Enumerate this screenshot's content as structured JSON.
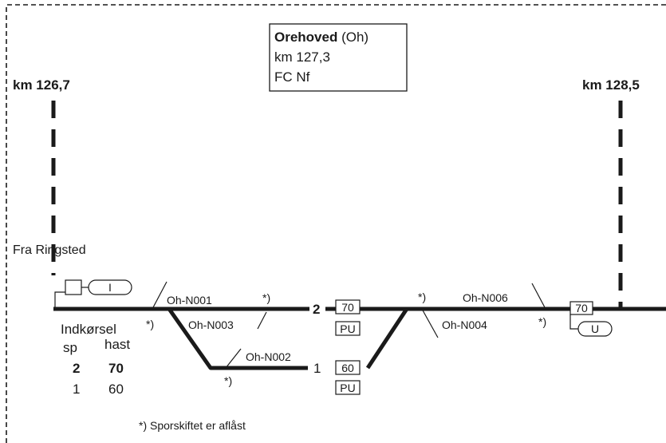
{
  "station": {
    "name": "Orehoved",
    "abbr": "(Oh)",
    "km": "km 127,3",
    "type": "FC Nf"
  },
  "km_left": "km 126,7",
  "km_right": "km 128,5",
  "from_label": "Fra Ringsted",
  "switches": {
    "n001": "Oh-N001",
    "n002": "Oh-N002",
    "n003": "Oh-N003",
    "n004": "Oh-N004",
    "n006": "Oh-N006"
  },
  "star_mark": "*)",
  "tracks": {
    "main_number": "2",
    "side_number": "1"
  },
  "speed_boards": {
    "main": "70",
    "side": "60",
    "right": "70",
    "main_code": "PU",
    "side_code": "PU",
    "right_code": "U",
    "left_signal": "I"
  },
  "entry_table": {
    "title": "Indkørsel",
    "col_track": "sp",
    "col_speed": "hast",
    "rows": [
      {
        "track": "2",
        "speed": "70"
      },
      {
        "track": "1",
        "speed": "60"
      }
    ]
  },
  "footnote": "*) Sporskiftet er aflåst"
}
